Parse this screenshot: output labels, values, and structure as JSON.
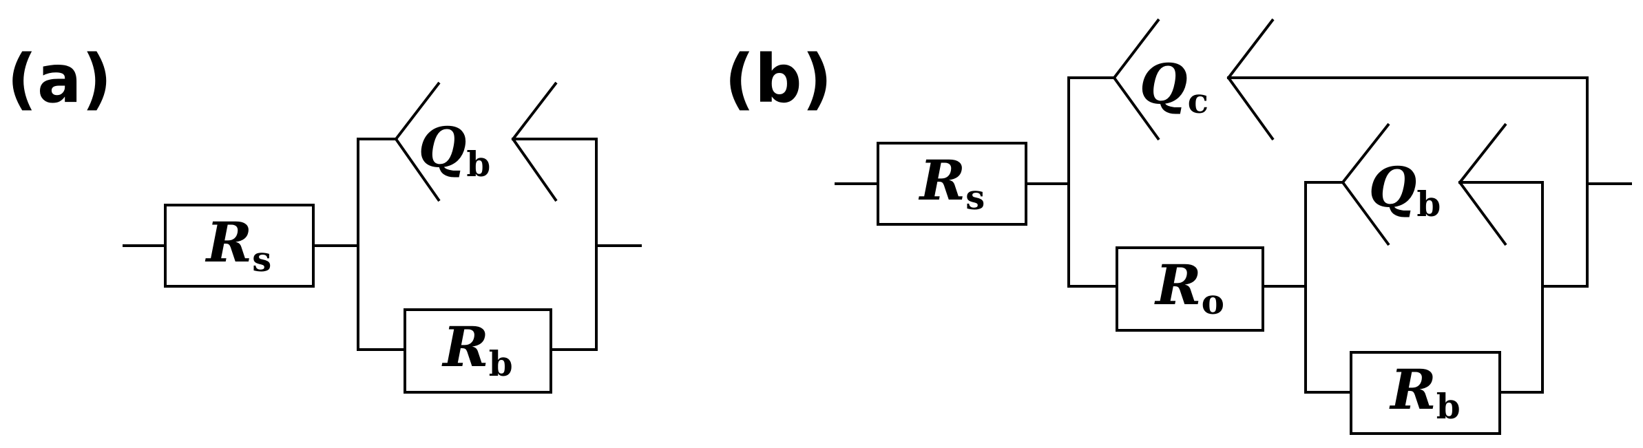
{
  "panels": [
    {
      "label": "(a)",
      "components": {
        "rs": {
          "symbol": "R",
          "sub": "s"
        },
        "qb": {
          "symbol": "Q",
          "sub": "b"
        },
        "rb": {
          "symbol": "R",
          "sub": "b"
        }
      }
    },
    {
      "label": "(b)",
      "components": {
        "rs": {
          "symbol": "R",
          "sub": "s"
        },
        "qc": {
          "symbol": "Q",
          "sub": "c"
        },
        "ro": {
          "symbol": "R",
          "sub": "o"
        },
        "qb": {
          "symbol": "Q",
          "sub": "b"
        },
        "rb": {
          "symbol": "R",
          "sub": "b"
        }
      }
    }
  ]
}
